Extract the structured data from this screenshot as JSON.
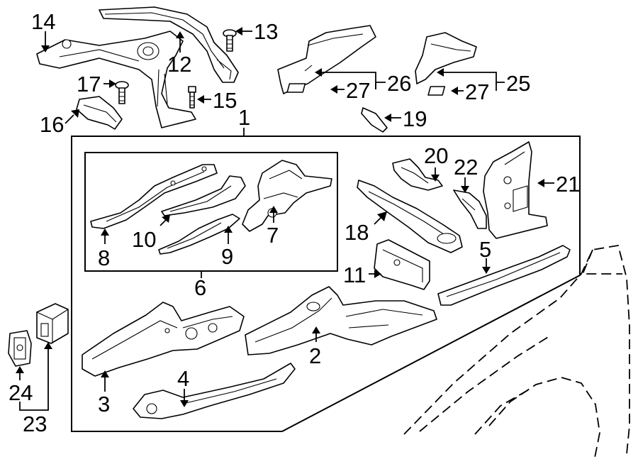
{
  "diagram": {
    "callouts": {
      "c1": "1",
      "c2": "2",
      "c3": "3",
      "c4": "4",
      "c5": "5",
      "c6": "6",
      "c7": "7",
      "c8": "8",
      "c9": "9",
      "c10": "10",
      "c11": "11",
      "c12": "12",
      "c13": "13",
      "c14": "14",
      "c15": "15",
      "c16": "16",
      "c17": "17",
      "c18": "18",
      "c19": "19",
      "c20": "20",
      "c21": "21",
      "c22": "22",
      "c23": "23",
      "c24": "24",
      "c25": "25",
      "c26": "26",
      "c27a": "27",
      "c27b": "27"
    },
    "colors": {
      "line": "#000000",
      "background": "#ffffff"
    }
  }
}
